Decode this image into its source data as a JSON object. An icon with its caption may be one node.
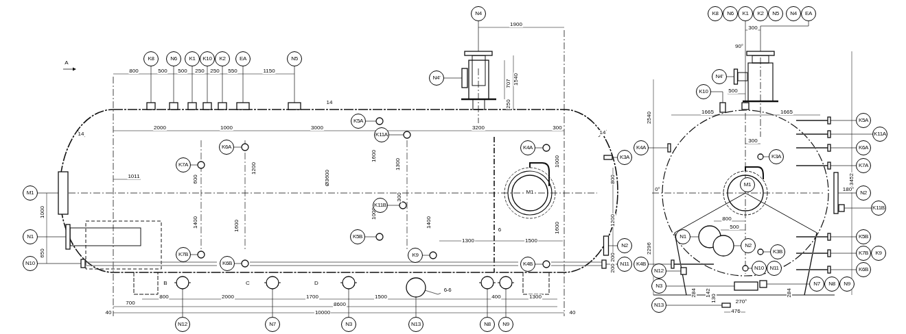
{
  "diagram": {
    "nodes": [
      {
        "text": [
          "K8"
        ]
      },
      {
        "text": [
          "N6"
        ]
      },
      {
        "text": [
          "K1"
        ]
      },
      {
        "text": [
          "K10"
        ]
      },
      {
        "text": [
          "K2"
        ]
      },
      {
        "text": [
          "EA"
        ]
      },
      {
        "text": [
          "N5"
        ]
      },
      {
        "text": [
          "N4"
        ]
      },
      {
        "text": [
          "N4'"
        ]
      },
      {
        "text": [
          "K5A"
        ]
      },
      {
        "text": [
          "K11A"
        ]
      },
      {
        "text": [
          "K6A"
        ]
      },
      {
        "text": [
          "K7A"
        ]
      },
      {
        "text": [
          "K4A"
        ]
      },
      {
        "text": [
          "K3A"
        ]
      },
      {
        "text": [
          "M1"
        ]
      },
      {
        "text": [
          "K11B"
        ]
      },
      {
        "text": [
          "N1"
        ]
      },
      {
        "text": [
          "K5B"
        ]
      },
      {
        "text": [
          "N2"
        ]
      },
      {
        "text": [
          "K7B"
        ]
      },
      {
        "text": [
          "K9"
        ]
      },
      {
        "text": [
          "N10"
        ]
      },
      {
        "text": [
          "K6B"
        ]
      },
      {
        "text": [
          "K4B"
        ]
      },
      {
        "text": [
          "N11"
        ]
      },
      {
        "text": [
          "N12"
        ]
      },
      {
        "text": [
          "N7"
        ]
      },
      {
        "text": [
          "N3"
        ]
      },
      {
        "text": [
          "N13"
        ]
      },
      {
        "text": [
          "N8"
        ]
      },
      {
        "text": [
          "N9"
        ]
      },
      {
        "text": [
          "6-6"
        ]
      },
      {
        "text": [
          "K8"
        ]
      },
      {
        "text": [
          "N6"
        ]
      },
      {
        "text": [
          "K1"
        ]
      },
      {
        "text": [
          "K2"
        ]
      },
      {
        "text": [
          "N5"
        ]
      },
      {
        "text": [
          "N4"
        ]
      },
      {
        "text": [
          "EA"
        ]
      },
      {
        "text": [
          "N4'"
        ]
      },
      {
        "text": [
          "K10"
        ]
      },
      {
        "text": [
          "K4A"
        ]
      },
      {
        "text": [
          "K5A"
        ]
      },
      {
        "text": [
          "K11A"
        ]
      },
      {
        "text": [
          "K6A"
        ]
      },
      {
        "text": [
          "K3A"
        ]
      },
      {
        "text": [
          "K7A"
        ]
      },
      {
        "text": [
          "M1"
        ]
      },
      {
        "text": [
          "N2"
        ]
      },
      {
        "text": [
          "K11B"
        ]
      },
      {
        "text": [
          "N1"
        ]
      },
      {
        "text": [
          "K5B"
        ]
      },
      {
        "text": [
          "N2"
        ]
      },
      {
        "text": [
          "K7B"
        ]
      },
      {
        "text": [
          "K9"
        ]
      },
      {
        "text": [
          "K3B"
        ]
      },
      {
        "text": [
          "K4B"
        ]
      },
      {
        "text": [
          "N10"
        ]
      },
      {
        "text": [
          "N11"
        ]
      },
      {
        "text": [
          "K6B"
        ]
      },
      {
        "text": [
          "N12"
        ]
      },
      {
        "text": [
          "N3"
        ]
      },
      {
        "text": [
          "N7"
        ]
      },
      {
        "text": [
          "N8"
        ]
      },
      {
        "text": [
          "N9"
        ]
      },
      {
        "text": [
          "N13"
        ]
      },
      {
        "text": [],
        "shape": "box"
      },
      {
        "text": [],
        "shape": "box"
      },
      {
        "text": [],
        "shape": "box"
      },
      {
        "text": [],
        "shape": "box"
      },
      {
        "text": [],
        "shape": "box"
      },
      {
        "text": [],
        "shape": "box"
      },
      {
        "text": [],
        "shape": "box"
      },
      {
        "text": [],
        "shape": "box"
      },
      {
        "text": [],
        "shape": "box"
      },
      {
        "text": [],
        "shape": "circle"
      },
      {
        "text": [],
        "shape": "circle"
      },
      {
        "text": [],
        "shape": "circle"
      },
      {
        "text": [],
        "shape": "circle"
      },
      {
        "text": [],
        "shape": "circle"
      },
      {
        "text": [],
        "shape": "box"
      },
      {
        "text": [],
        "shape": "box"
      },
      {
        "text": [],
        "shape": "circle"
      },
      {
        "text": [],
        "shape": "box"
      },
      {
        "text": [],
        "shape": "circle"
      },
      {
        "text": [],
        "shape": "box"
      },
      {
        "text": [],
        "shape": "circle"
      },
      {
        "text": [],
        "shape": "circle"
      },
      {
        "text": [],
        "shape": "box"
      },
      {
        "text": [],
        "shape": "circle"
      },
      {
        "text": [],
        "shape": "circle"
      },
      {
        "text": [],
        "shape": "box"
      },
      {
        "text": [],
        "shape": "circle"
      },
      {
        "text": [],
        "shape": "circle"
      },
      {
        "text": [],
        "shape": "circle"
      },
      {
        "text": [],
        "shape": "circle"
      },
      {
        "text": [],
        "shape": "circle"
      },
      {
        "text": [],
        "shape": "circle"
      },
      {
        "text": [],
        "shape": "box"
      },
      {
        "text": [],
        "shape": "box"
      },
      {
        "text": [],
        "shape": "box"
      },
      {
        "text": [],
        "shape": "box"
      },
      {
        "text": [],
        "shape": "box"
      },
      {
        "text": [],
        "shape": "box"
      },
      {
        "text": [],
        "shape": "box"
      },
      {
        "text": [],
        "shape": "box"
      },
      {
        "text": [],
        "shape": "circle"
      },
      {
        "text": [],
        "shape": "box"
      },
      {
        "text": [],
        "shape": "box"
      },
      {
        "text": [],
        "shape": "box"
      },
      {
        "text": [],
        "shape": "circle"
      },
      {
        "text": [],
        "shape": "box"
      },
      {
        "text": [],
        "shape": "circle"
      },
      {
        "text": [],
        "shape": "box"
      },
      {
        "text": [],
        "shape": "circle"
      },
      {
        "text": [],
        "shape": "box"
      },
      {
        "text": [],
        "shape": "circle"
      },
      {
        "text": [],
        "shape": "box"
      },
      {
        "text": [],
        "shape": "box"
      },
      {
        "text": [],
        "shape": "box"
      },
      {
        "text": [],
        "shape": "box"
      },
      {
        "text": [],
        "shape": "box"
      }
    ],
    "edges": [
      {
        "from": 0,
        "to": 67,
        "arrow": "none"
      },
      {
        "from": 1,
        "to": 68,
        "arrow": "none"
      },
      {
        "from": 2,
        "to": 69,
        "arrow": "none"
      },
      {
        "from": 3,
        "to": 70,
        "arrow": "none"
      },
      {
        "from": 4,
        "to": 71,
        "arrow": "none"
      },
      {
        "from": 5,
        "to": 72,
        "arrow": "none"
      },
      {
        "from": 6,
        "to": 73,
        "arrow": "none"
      },
      {
        "from": 7,
        "to": 74,
        "arrow": "none"
      },
      {
        "from": 8,
        "to": 75,
        "arrow": "none"
      },
      {
        "from": 9,
        "to": 76,
        "arrow": "none"
      },
      {
        "from": 10,
        "to": 77,
        "arrow": "none"
      },
      {
        "from": 11,
        "to": 78,
        "arrow": "none"
      },
      {
        "from": 12,
        "to": 79,
        "arrow": "none"
      },
      {
        "from": 13,
        "to": 80,
        "arrow": "none"
      },
      {
        "from": 14,
        "to": 81,
        "arrow": "none"
      },
      {
        "from": 15,
        "to": 82,
        "arrow": "none"
      },
      {
        "from": 16,
        "to": 83,
        "arrow": "none"
      },
      {
        "from": 17,
        "to": 84,
        "arrow": "none"
      },
      {
        "from": 18,
        "to": 85,
        "arrow": "none"
      },
      {
        "from": 19,
        "to": 86,
        "arrow": "none"
      },
      {
        "from": 20,
        "to": 87,
        "arrow": "none"
      },
      {
        "from": 21,
        "to": 88,
        "arrow": "none"
      },
      {
        "from": 22,
        "to": 89,
        "arrow": "none"
      },
      {
        "from": 23,
        "to": 90,
        "arrow": "none"
      },
      {
        "from": 24,
        "to": 91,
        "arrow": "none"
      },
      {
        "from": 25,
        "to": 92,
        "arrow": "none"
      },
      {
        "from": 26,
        "to": 93,
        "arrow": "none"
      },
      {
        "from": 27,
        "to": 94,
        "arrow": "none"
      },
      {
        "from": 28,
        "to": 95,
        "arrow": "none"
      },
      {
        "from": 29,
        "to": 96,
        "arrow": "none"
      },
      {
        "from": 30,
        "to": 97,
        "arrow": "none"
      },
      {
        "from": 31,
        "to": 98,
        "arrow": "none"
      },
      {
        "from": 32,
        "to": 96,
        "arrow": "none"
      },
      {
        "from": 35,
        "to": 99,
        "arrow": "none"
      },
      {
        "from": 39,
        "to": 100,
        "arrow": "none"
      },
      {
        "from": 40,
        "to": 101,
        "arrow": "none"
      },
      {
        "from": 41,
        "to": 102,
        "arrow": "none"
      },
      {
        "from": 42,
        "to": 103,
        "arrow": "none"
      },
      {
        "from": 43,
        "to": 104,
        "arrow": "none"
      },
      {
        "from": 44,
        "to": 105,
        "arrow": "none"
      },
      {
        "from": 45,
        "to": 106,
        "arrow": "none"
      },
      {
        "from": 46,
        "to": 107,
        "arrow": "none"
      },
      {
        "from": 47,
        "to": 108,
        "arrow": "none"
      },
      {
        "from": 49,
        "to": 109,
        "arrow": "none"
      },
      {
        "from": 50,
        "to": 110,
        "arrow": "none"
      },
      {
        "from": 51,
        "to": 111,
        "arrow": "none"
      },
      {
        "from": 52,
        "to": 112,
        "arrow": "none"
      },
      {
        "from": 53,
        "to": 113,
        "arrow": "none"
      },
      {
        "from": 54,
        "to": 114,
        "arrow": "none"
      },
      {
        "from": 56,
        "to": 115,
        "arrow": "none"
      },
      {
        "from": 57,
        "to": 116,
        "arrow": "none"
      },
      {
        "from": 58,
        "to": 117,
        "arrow": "none"
      },
      {
        "from": 60,
        "to": 118,
        "arrow": "none"
      },
      {
        "from": 61,
        "to": 119,
        "arrow": "none"
      },
      {
        "from": 62,
        "to": 120,
        "arrow": "none"
      },
      {
        "from": 63,
        "to": 121,
        "arrow": "none"
      },
      {
        "from": 66,
        "to": 122,
        "arrow": "none"
      }
    ],
    "labels": [
      "A",
      "1900",
      "800",
      "500",
      "500",
      "250",
      "250",
      "550",
      "1150",
      "707",
      "1540",
      "14",
      "250",
      "2000",
      "1000",
      "3000",
      "3200",
      "300",
      "14",
      "14",
      "1011",
      "600",
      "1200",
      "Ø3600",
      "1600",
      "1300",
      "1000",
      "800",
      "300",
      "M1",
      "1000",
      "1400",
      "1600",
      "1000",
      "1400",
      "6",
      "1600",
      "1200",
      "1300",
      "1500",
      "650",
      "200",
      "200",
      "B",
      "C",
      "D",
      "800",
      "2000",
      "1700",
      "1500",
      "400",
      "1300",
      "700",
      "8600",
      "40",
      "10000",
      "40",
      "300",
      "90°",
      "500",
      "2540",
      "1665",
      "1665",
      "300",
      "3452",
      "0°",
      "180°",
      "800",
      "500",
      "2296",
      "284",
      "142",
      "130",
      "270°",
      "284",
      "476"
    ]
  }
}
